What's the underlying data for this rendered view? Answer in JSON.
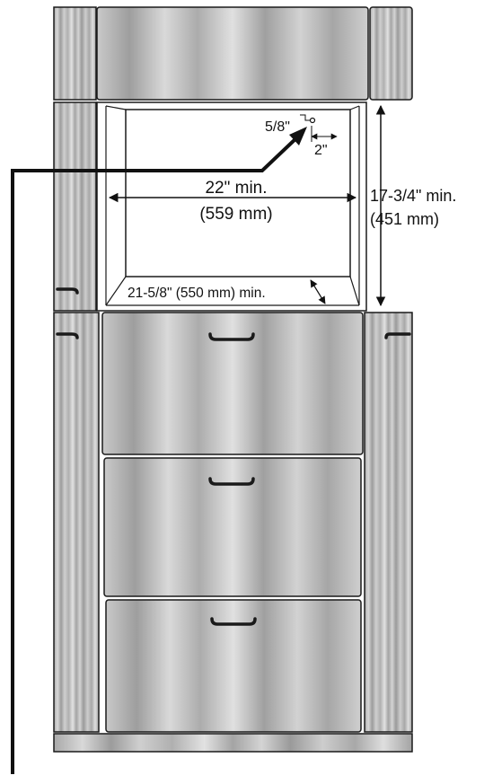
{
  "labels": {
    "width_in": "22\" min.",
    "width_mm": "(559 mm)",
    "height_in": "17-3/4\" min.",
    "height_mm": "(451 mm)",
    "depth": "21-5/8\" (550 mm) min.",
    "outlet_offset": "5/8\"",
    "outlet_side": "2\""
  },
  "colors": {
    "cabinet_base": "#b9b9b9",
    "cabinet_light": "#dcdcdc",
    "cabinet_dark": "#8f8f8f",
    "outline": "#1a1a1a",
    "opening": "#ffffff"
  }
}
